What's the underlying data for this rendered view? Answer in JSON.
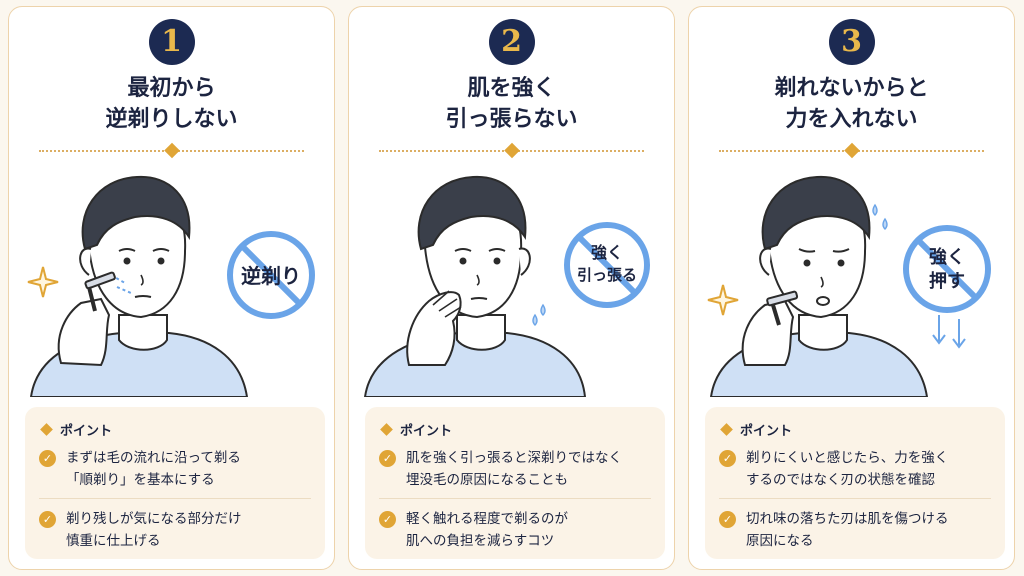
{
  "cards": [
    {
      "number": "1",
      "title": [
        "最初から",
        "逆剃りしない"
      ],
      "sign": [
        "逆剃り"
      ],
      "point_label": "ポイント",
      "points": [
        [
          "まずは毛の流れに沿って剃る",
          "「順剃り」を基本にする"
        ],
        [
          "剃り残しが気になる部分だけ",
          "慎重に仕上げる"
        ]
      ]
    },
    {
      "number": "2",
      "title": [
        "肌を強く",
        "引っ張らない"
      ],
      "sign": [
        "強く",
        "引っ張る"
      ],
      "point_label": "ポイント",
      "points": [
        [
          "肌を強く引っ張ると深剃りではなく",
          "埋没毛の原因になることも"
        ],
        [
          "軽く触れる程度で剃るのが",
          "肌への負担を減らすコツ"
        ]
      ]
    },
    {
      "number": "3",
      "title": [
        "剃れないからと",
        "力を入れない"
      ],
      "sign": [
        "強く",
        "押す"
      ],
      "point_label": "ポイント",
      "points": [
        [
          "剃りにくいと感じたら、力を強く",
          "するのではなく刃の状態を確認"
        ],
        [
          "切れ味の落ちた刃は肌を傷つける",
          "原因になる"
        ]
      ]
    }
  ],
  "colors": {
    "navy": "#1c2a52",
    "gold": "#e0a536",
    "sign_blue": "#6aa4e8",
    "shirt": "#cfe0f5"
  }
}
